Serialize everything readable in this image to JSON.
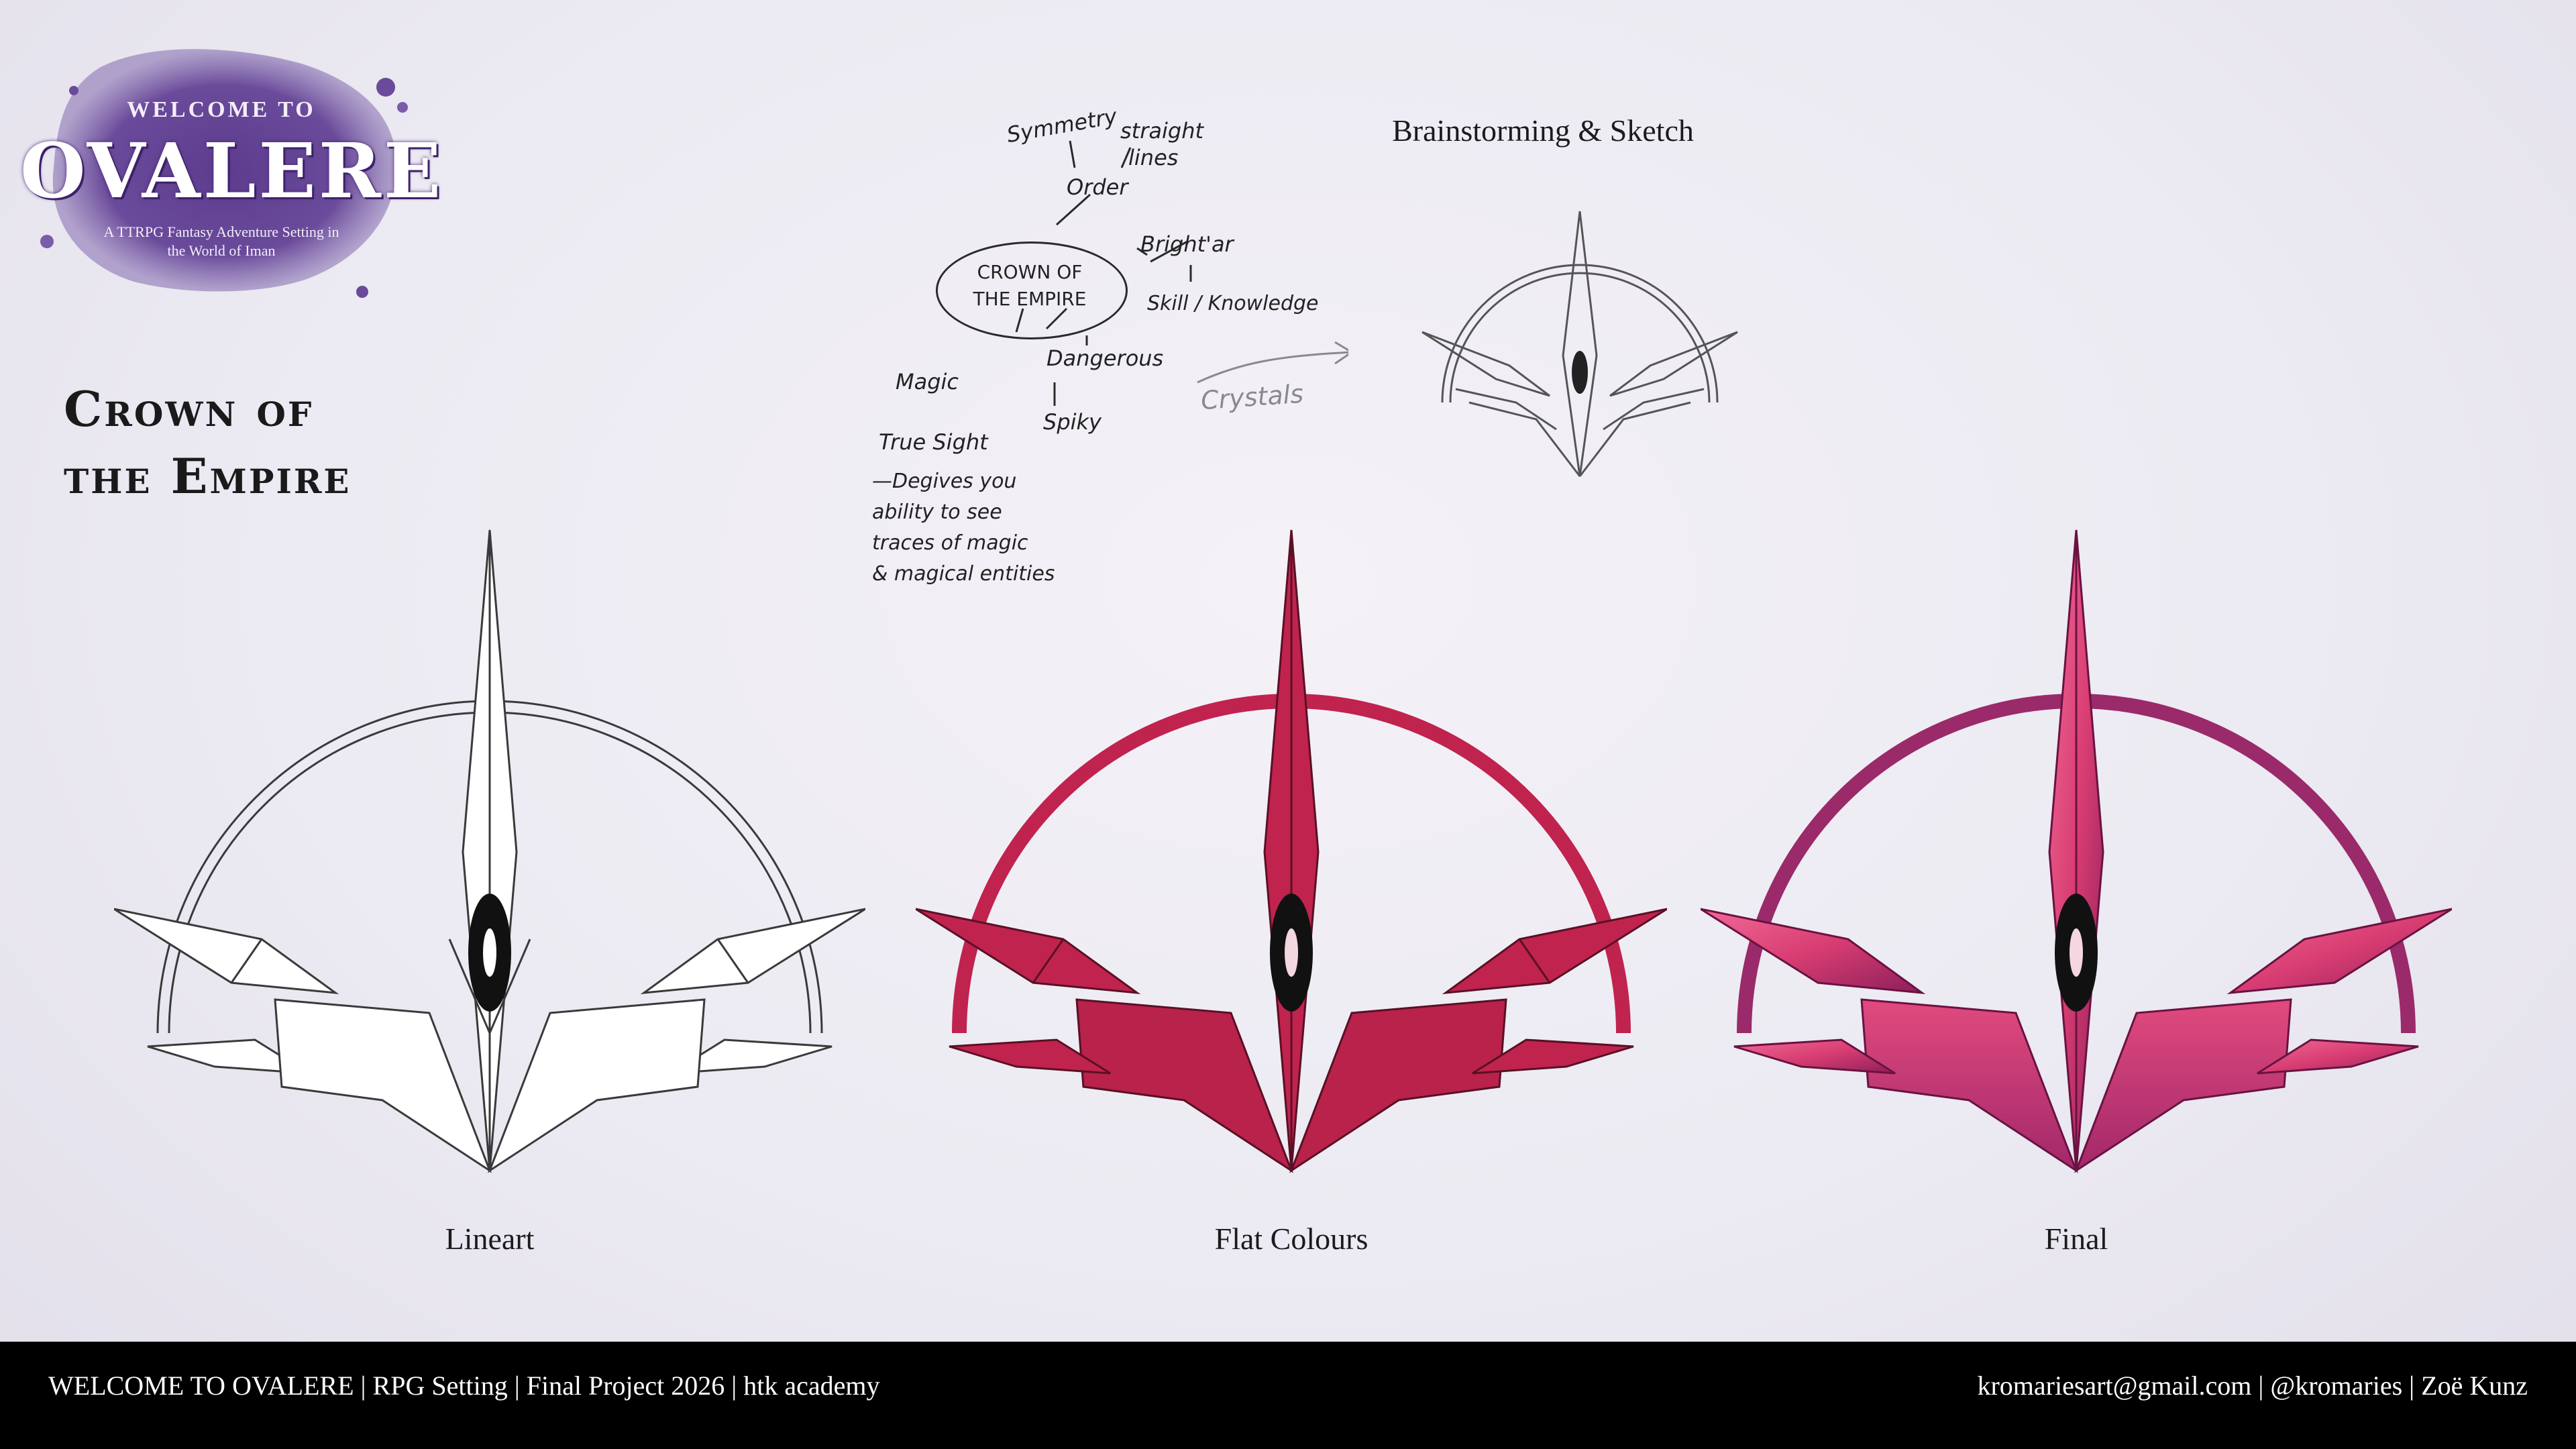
{
  "logo": {
    "welcome": "WELCOME TO",
    "brand": "OVALERE",
    "subtitle_line1": "A TTRPG Fantasy Adventure Setting in",
    "subtitle_line2": "the World of Iman"
  },
  "title": {
    "line1": "Crown of",
    "line2": "the Empire"
  },
  "brainstorm": {
    "center_line1": "CROWN OF",
    "center_line2": "THE EMPIRE",
    "symmetry": "Symmetry",
    "straight_line1": "straight",
    "straight_line2": "lines",
    "order": "Order",
    "bright_ar": "Bright'ar",
    "skill": "Skill / Knowledge",
    "magic": "Magic",
    "dangerous": "Dangerous",
    "spiky": "Spiky",
    "true_sight": "True Sight",
    "desc_line1": "—Degives you",
    "desc_line2": "ability to see",
    "desc_line3": "traces of magic",
    "desc_line4": "& magical entities",
    "crystals": "Crystals"
  },
  "sketch": {
    "heading": "Brainstorming & Sketch"
  },
  "stages": [
    {
      "label": "Lineart"
    },
    {
      "label": "Flat Colours"
    },
    {
      "label": "Final"
    }
  ],
  "colors": {
    "flat_red": "#c0234e",
    "final_pink": "#e0457a",
    "final_shadow": "#8c1f5a",
    "logo_purple": "#5a3a8a"
  },
  "footer": {
    "left": "WELCOME TO OVALERE | RPG Setting | Final Project 2026 | htk academy",
    "right": "kromariesart@gmail.com | @kromaries | Zoë Kunz"
  }
}
